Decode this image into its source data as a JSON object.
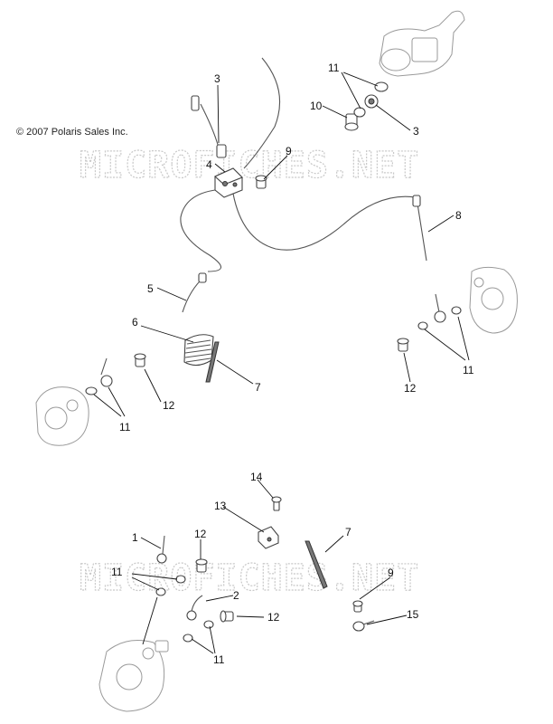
{
  "copyright": "© 2007 Polaris Sales Inc.",
  "watermark": "MICROFICHES.NET",
  "callouts": [
    "3",
    "11",
    "10",
    "3",
    "9",
    "4",
    "8",
    "5",
    "6",
    "7",
    "11",
    "12",
    "11",
    "12",
    "14",
    "13",
    "7",
    "1",
    "12",
    "11",
    "2",
    "12",
    "9",
    "15",
    "11"
  ]
}
